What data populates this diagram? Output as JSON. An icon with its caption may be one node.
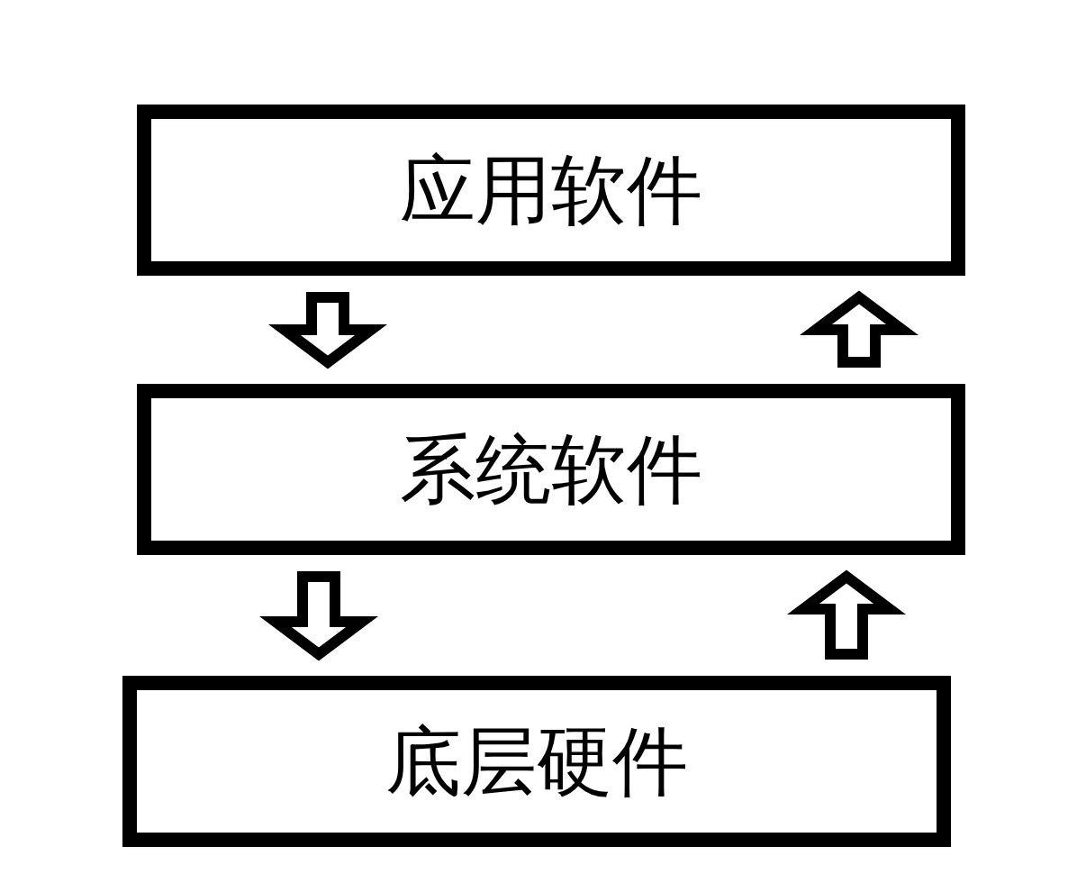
{
  "diagram": {
    "nodes": [
      {
        "text": [
          "应用软件"
        ]
      },
      {
        "text": [
          "系统软件"
        ]
      },
      {
        "text": [
          "底层硬件"
        ]
      }
    ],
    "edges": [
      {
        "from": 0,
        "to": 1,
        "arrow": "to"
      },
      {
        "from": 1,
        "to": 0,
        "arrow": "to"
      },
      {
        "from": 1,
        "to": 2,
        "arrow": "to"
      },
      {
        "from": 2,
        "to": 1,
        "arrow": "to"
      }
    ]
  }
}
